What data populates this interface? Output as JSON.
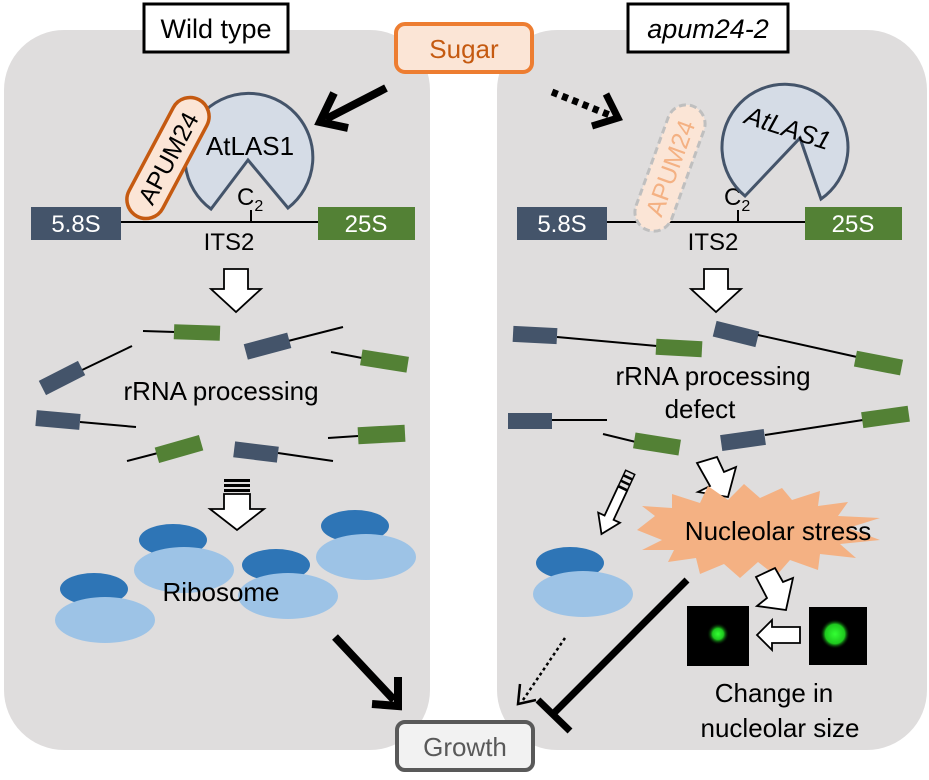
{
  "title": "Sugar-APUM24-AtLAS1 rRNA processing model",
  "colors": {
    "panel_bg": "#dfdddd",
    "segment_5_8S": "#44546a",
    "segment_25S": "#538135",
    "sugar_border": "#ed7d31",
    "sugar_fill": "#fbe5d6",
    "sugar_text": "#c55a11",
    "apum24_border": "#c55a11",
    "apum24_fill": "#fbe5d6",
    "apum24_faded_text": "#f4b183",
    "atlas1_fill": "#d5dce6",
    "atlas1_border": "#44546a",
    "ribosome_large": "#9dc3e6",
    "ribosome_small": "#2e75b6",
    "stress_burst": "#f4b183",
    "growth_border": "#595959",
    "growth_fill": "#f2f2f2",
    "growth_text": "#595959"
  },
  "sugar": {
    "label": "Sugar"
  },
  "growth": {
    "label": "Growth"
  },
  "wild_type": {
    "header": "Wild type",
    "apum24_label": "APUM24",
    "atlas1_label": "AtLAS1",
    "c2_label": "C",
    "c2_sub": "2",
    "seg_left": "5.8S",
    "seg_right": "25S",
    "its2_label": "ITS2",
    "processing_label": "rRNA processing",
    "ribosome_label": "Ribosome"
  },
  "mutant": {
    "header": "apum24-2",
    "apum24_label": "APUM24",
    "atlas1_label": "AtLAS1",
    "c2_label": "C",
    "c2_sub": "2",
    "seg_left": "5.8S",
    "seg_right": "25S",
    "its2_label": "ITS2",
    "processing_label_line1": "rRNA processing",
    "processing_label_line2": "defect",
    "stress_label": "Nucleolar stress",
    "nucleolar_label_line1": "Change in",
    "nucleolar_label_line2": "nucleolar size"
  }
}
